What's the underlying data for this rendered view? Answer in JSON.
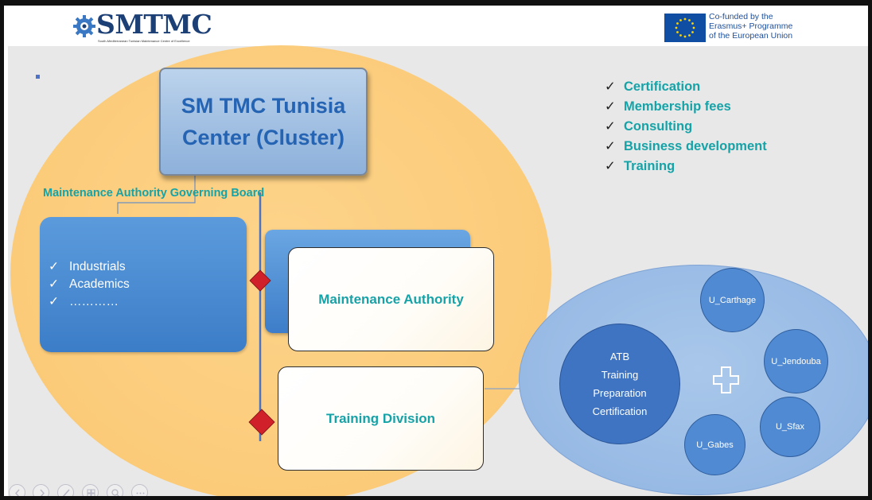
{
  "header": {
    "logo_text": "SMTMC",
    "logo_tagline": "South-Mediterranean Tunisian Maintenance Centre of Excellence",
    "eu_text_lines": [
      "Co-funded by the",
      "Erasmus+ Programme",
      "of the European Union"
    ]
  },
  "diagram": {
    "main_box": {
      "line1": "SM TMC Tunisia",
      "line2": "Center (Cluster)"
    },
    "board_label": "Maintenance Authority Governing Board",
    "members": {
      "check": "✓",
      "items": [
        "Industrials",
        "Academics",
        "…………"
      ]
    },
    "authority_box": "Maintenance Authority",
    "training_box": "Training Division",
    "services": {
      "check": "✓",
      "items": [
        "Certification",
        "Membership fees",
        "Consulting",
        "Business development",
        "Training"
      ]
    },
    "atb": {
      "lines": [
        "ATB",
        "Training",
        "Preparation",
        "Certification"
      ]
    },
    "universities": [
      "U_Carthage",
      "U_Jendouba",
      "U_Sfax",
      "U_Gabes"
    ]
  },
  "colors": {
    "accent_teal": "#16a3a8",
    "title_blue": "#2563b3",
    "orange_ellipse": "#fbcb79",
    "blue_box": "#3c7dc8",
    "connector_diamond": "#d0202a"
  },
  "nav_controls": [
    "previous-icon",
    "next-icon",
    "pen-icon",
    "slides-grid-icon",
    "zoom-icon",
    "more-icon"
  ]
}
